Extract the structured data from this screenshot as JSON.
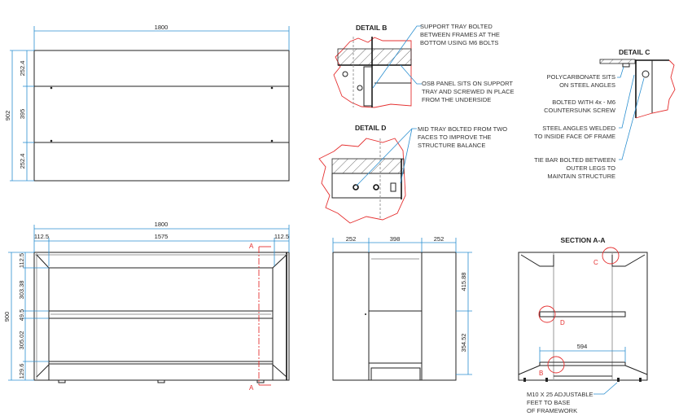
{
  "top_view": {
    "width_dim": "1800",
    "height_dim": "902",
    "segments": [
      "252.4",
      "395",
      "252.4"
    ]
  },
  "front_view": {
    "width_dim": "1800",
    "sub_dims": [
      "112.5",
      "1575",
      "112.5"
    ],
    "height_dim": "900",
    "vertical_dims": [
      "112.5",
      "303.38",
      "49.5",
      "305.02",
      "129.6"
    ],
    "section_marker": "A"
  },
  "side_view": {
    "width_dims": [
      "252",
      "398",
      "252"
    ],
    "height_dims": [
      "415.88",
      "354.52"
    ]
  },
  "section_aa": {
    "title": "SECTION A-A",
    "inner_dim": "594",
    "detail_markers": [
      "C",
      "D",
      "B"
    ],
    "note": [
      "M10 X 25 ADJUSTABLE",
      "FEET TO BASE",
      "OF FRAMEWORK"
    ]
  },
  "detail_b": {
    "title": "DETAIL B",
    "note1": [
      "SUPPORT TRAY BOLTED",
      "BETWEEN FRAMES AT THE",
      "BOTTOM USING M6 BOLTS"
    ],
    "note2": [
      "OSB PANEL SITS ON SUPPORT",
      "TRAY AND SCREWED IN PLACE",
      "FROM THE UNDERSIDE"
    ]
  },
  "detail_d": {
    "title": "DETAIL D",
    "note": [
      "MID TRAY BOLTED FROM TWO",
      "FACES TO IMPROVE THE",
      "STRUCTURE BALANCE"
    ]
  },
  "detail_c": {
    "title": "DETAIL C",
    "note1": [
      "POLYCARBONATE SITS",
      "ON STEEL ANGLES"
    ],
    "note2": [
      "BOLTED WITH 4x - M6",
      "COUNTERSUNK SCREW"
    ],
    "note3": [
      "STEEL ANGLES WELDED",
      "TO INSIDE FACE OF FRAME"
    ],
    "note4": [
      "TIE BAR BOLTED BETWEEN",
      "OUTER LEGS TO",
      "MAINTAIN STRUCTURE"
    ]
  }
}
